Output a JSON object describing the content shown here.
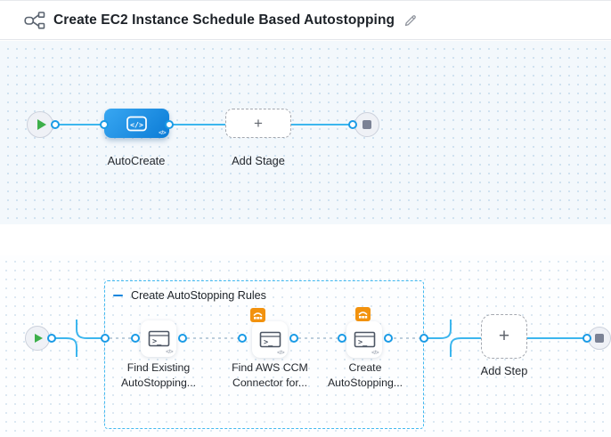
{
  "header": {
    "title": "Create EC2 Instance Schedule Based Autostopping",
    "icons": {
      "left": "pipeline-graph-icon",
      "right": "edit-pencil-icon"
    }
  },
  "colors": {
    "line_blue": "#3cb6ee",
    "port_ring": "#1a9be6",
    "stage_gradient_start": "#38a7f2",
    "stage_gradient_end": "#0c7cd6",
    "group_border": "#41b9f0",
    "aws_orange": "#f2920e",
    "play_green": "#3daf4a",
    "stop_gray": "#7b8295",
    "dash_gray": "#a7bdd1"
  },
  "stage_canvas": {
    "start_node": "play",
    "end_node": "stop",
    "stage": {
      "label": "AutoCreate",
      "icon": "custom-stage-code-icon",
      "corner_icon": "</>"
    },
    "add_stage": {
      "label": "Add Stage",
      "plus": "+"
    }
  },
  "step_canvas": {
    "start_node": "play",
    "end_node": "stop",
    "group": {
      "label": "Create AutoStopping Rules",
      "collapse_icon": "minus"
    },
    "steps": [
      {
        "line1": "Find Existing",
        "line2": "AutoStopping...",
        "icon": "shell-script-icon",
        "corner_icon": "</>",
        "badge": null
      },
      {
        "line1": "Find AWS CCM",
        "line2": "Connector for...",
        "icon": "shell-script-icon",
        "corner_icon": "</>",
        "badge": "aws"
      },
      {
        "line1": "Create",
        "line2": "AutoStopping...",
        "icon": "shell-script-icon",
        "corner_icon": "</>",
        "badge": "aws"
      }
    ],
    "add_step": {
      "label": "Add Step",
      "plus": "+"
    }
  }
}
